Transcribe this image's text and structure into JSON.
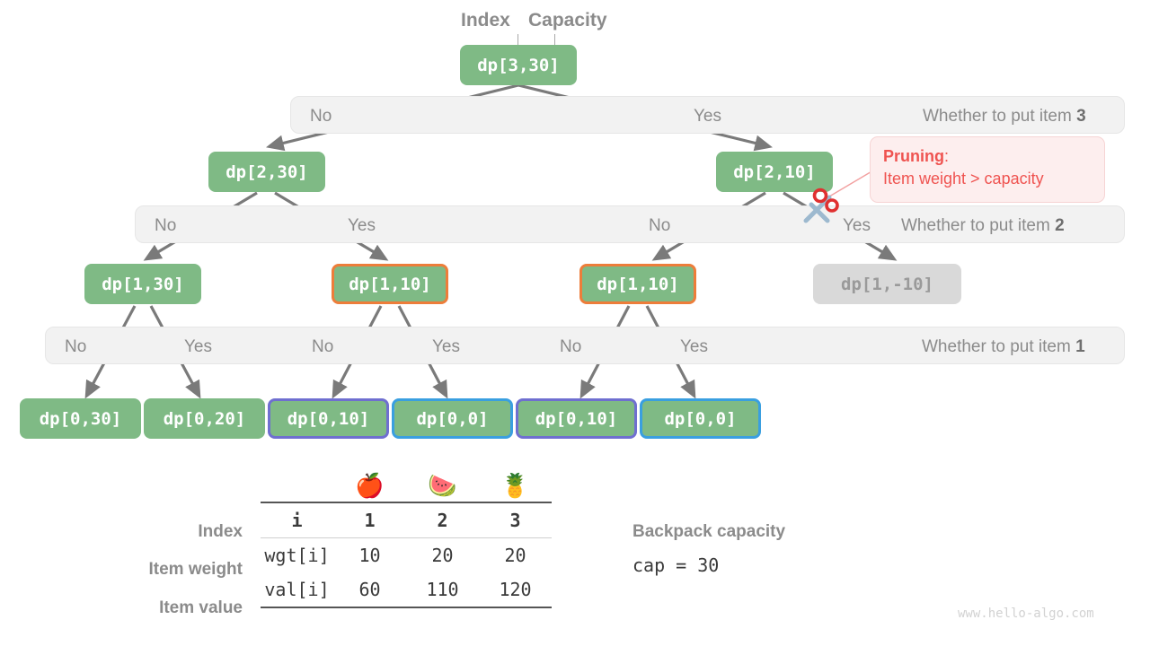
{
  "top_labels": {
    "index": "Index",
    "capacity": "Capacity"
  },
  "tree": {
    "root": {
      "label": "dp[3,30]"
    },
    "level2": [
      {
        "label": "dp[2,30]"
      },
      {
        "label": "dp[2,10]"
      }
    ],
    "level3": [
      {
        "label": "dp[1,30]",
        "border": "none"
      },
      {
        "label": "dp[1,10]",
        "border": "orange"
      },
      {
        "label": "dp[1,10]",
        "border": "orange"
      },
      {
        "label": "dp[1,-10]",
        "border": "pruned"
      }
    ],
    "level4": [
      {
        "label": "dp[0,30]",
        "border": "none"
      },
      {
        "label": "dp[0,20]",
        "border": "none"
      },
      {
        "label": "dp[0,10]",
        "border": "purple"
      },
      {
        "label": "dp[0,0]",
        "border": "blue"
      },
      {
        "label": "dp[0,10]",
        "border": "purple"
      },
      {
        "label": "dp[0,0]",
        "border": "blue"
      }
    ]
  },
  "levels": [
    {
      "question_prefix": "Whether to put item ",
      "question_item": "3",
      "branches": [
        "No",
        "Yes"
      ]
    },
    {
      "question_prefix": "Whether to put item ",
      "question_item": "2",
      "branches": [
        "No",
        "Yes",
        "No",
        "Yes"
      ]
    },
    {
      "question_prefix": "Whether to put item ",
      "question_item": "1",
      "branches": [
        "No",
        "Yes",
        "No",
        "Yes",
        "No",
        "Yes"
      ]
    }
  ],
  "callout": {
    "title": "Pruning",
    "colon": ":",
    "body": "Item weight > capacity",
    "icon": "scissors-icon"
  },
  "table": {
    "emoji": [
      "",
      "🍎",
      "🍉",
      "🍍"
    ],
    "rows": [
      {
        "rowlabel": "Index",
        "cells": [
          "i",
          "1",
          "2",
          "3"
        ]
      },
      {
        "rowlabel": "Item weight",
        "cells": [
          "wgt[i]",
          "10",
          "20",
          "20"
        ]
      },
      {
        "rowlabel": "Item value",
        "cells": [
          "val[i]",
          "60",
          "110",
          "120"
        ]
      }
    ]
  },
  "capacity_note": {
    "label": "Backpack capacity",
    "value": "cap = 30"
  },
  "watermark": "www.hello-algo.com",
  "colors": {
    "node_green": "#7fba85",
    "ring_orange": "#ed7d3a",
    "ring_purple": "#6f6fd0",
    "ring_blue": "#3a9fe0",
    "pruned_gray": "#d9d9d9",
    "bar_gray": "#f2f2f2",
    "edge_gray": "#7a7a7a",
    "accent_red": "#ef5350"
  }
}
